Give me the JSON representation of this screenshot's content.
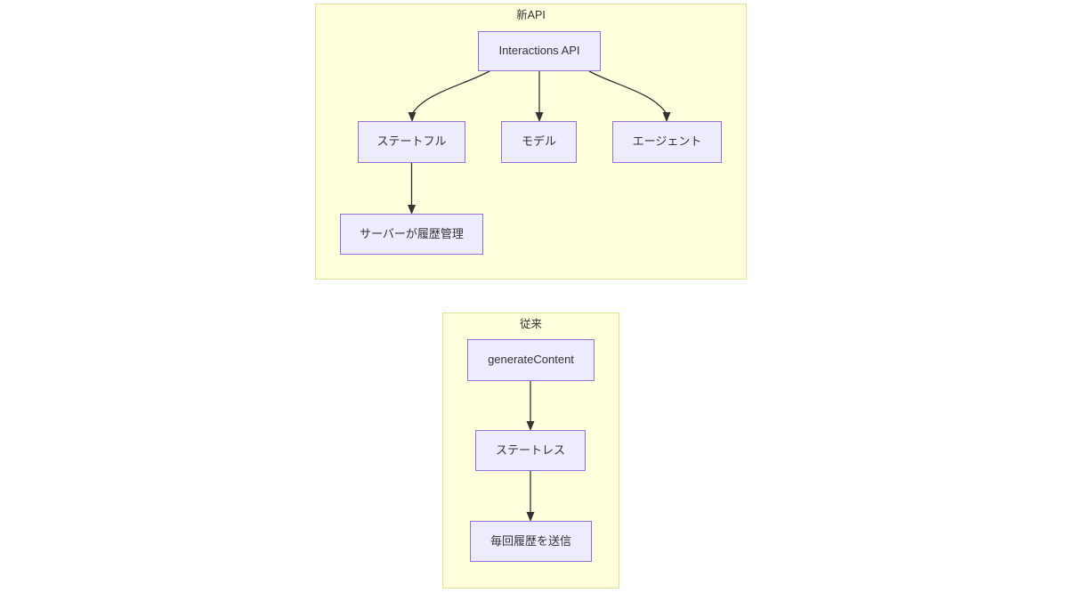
{
  "diagram": {
    "type": "flowchart",
    "direction": "top-down",
    "background_color": "#ffffff",
    "node_fill_color": "#ececfc",
    "node_border_color": "#9370db",
    "subgraph_fill_color": "#ffffde",
    "subgraph_border_color": "#e3e39b",
    "edge_color": "#333333",
    "text_color": "#333333"
  },
  "subgraphs": [
    {
      "id": "new-api",
      "title": "新API",
      "nodes": [
        {
          "id": "interactions-api",
          "label": "Interactions API"
        },
        {
          "id": "stateful",
          "label": "ステートフル"
        },
        {
          "id": "model",
          "label": "モデル"
        },
        {
          "id": "agent",
          "label": "エージェント"
        },
        {
          "id": "server-history",
          "label": "サーバーが履歴管理"
        }
      ],
      "edges": [
        {
          "from": "interactions-api",
          "to": "stateful",
          "label": "",
          "style": "curved-arrow"
        },
        {
          "from": "interactions-api",
          "to": "model",
          "label": "",
          "style": "straight-arrow"
        },
        {
          "from": "interactions-api",
          "to": "agent",
          "label": "",
          "style": "curved-arrow"
        },
        {
          "from": "stateful",
          "to": "server-history",
          "label": "",
          "style": "straight-arrow"
        }
      ]
    },
    {
      "id": "legacy",
      "title": "従来",
      "nodes": [
        {
          "id": "generate-content",
          "label": "generateContent"
        },
        {
          "id": "stateless",
          "label": "ステートレス"
        },
        {
          "id": "send-history",
          "label": "毎回履歴を送信"
        }
      ],
      "edges": [
        {
          "from": "generate-content",
          "to": "stateless",
          "label": "",
          "style": "straight-arrow"
        },
        {
          "from": "stateless",
          "to": "send-history",
          "label": "",
          "style": "straight-arrow"
        }
      ]
    }
  ]
}
